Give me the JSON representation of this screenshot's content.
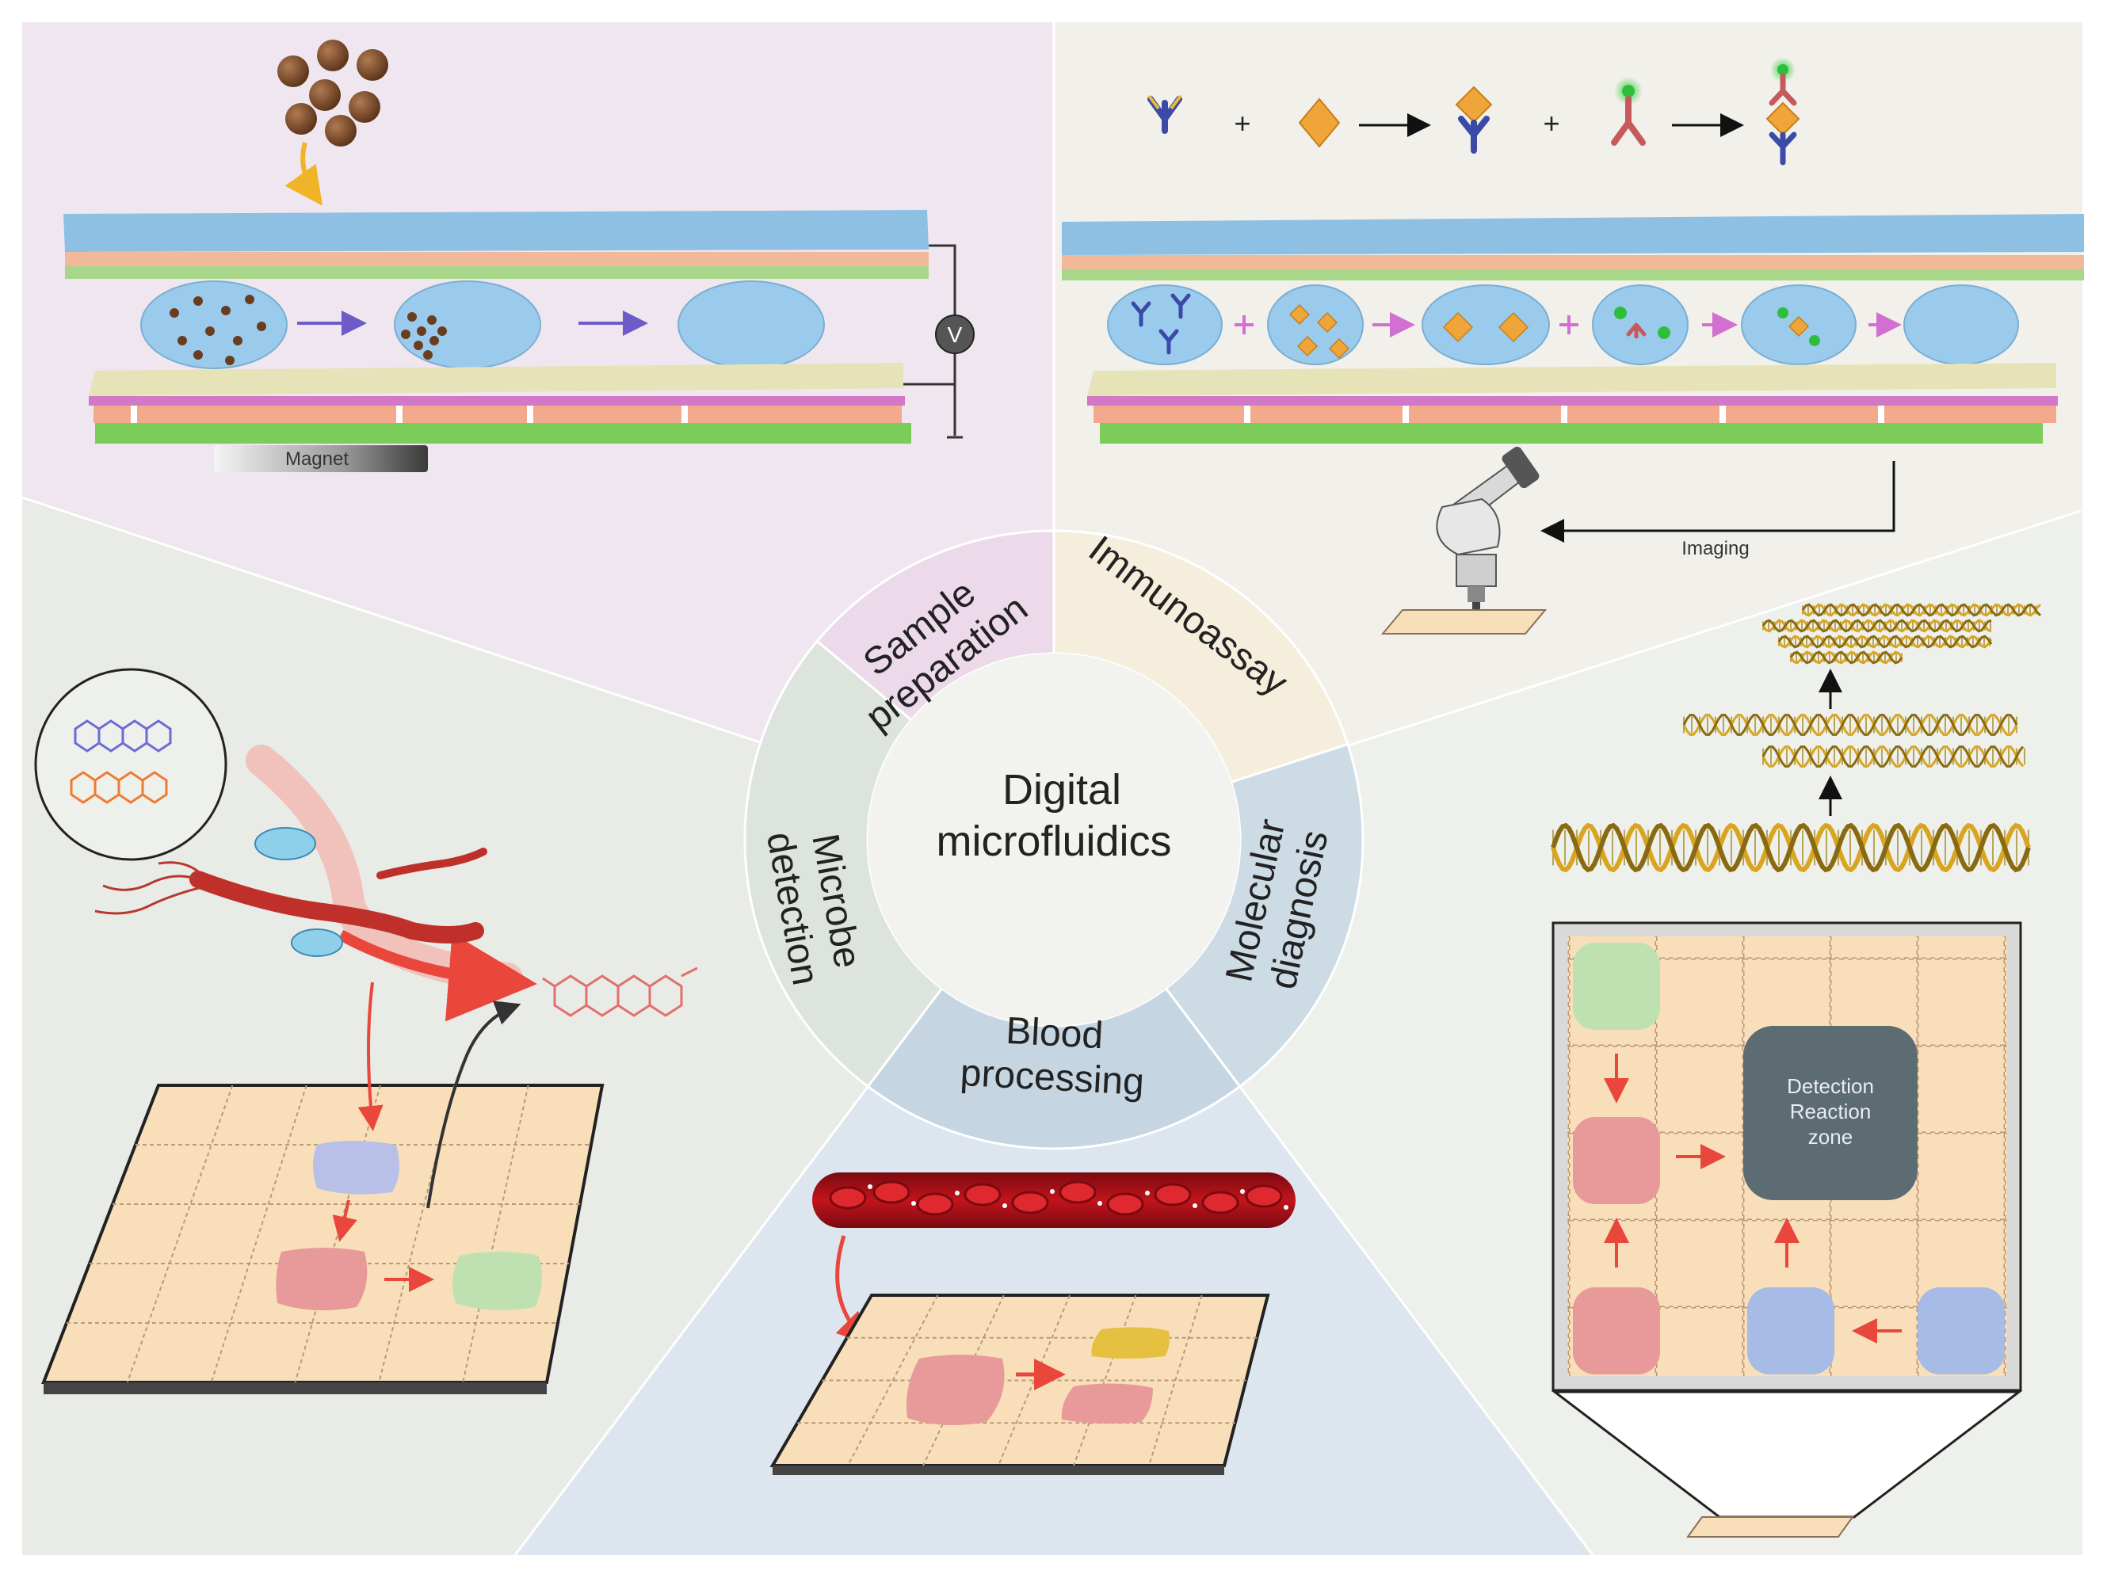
{
  "center": {
    "line1": "Digital",
    "line2": "microfluidics"
  },
  "ring": {
    "sample_preparation": [
      "Sample",
      "preparation"
    ],
    "immunoassay": "Immunoassay",
    "molecular_diagnosis": [
      "Molecular",
      "diagnosis"
    ],
    "blood_processing": [
      "Blood",
      "processing"
    ],
    "microbe_detection": [
      "Microbe",
      "detection"
    ]
  },
  "labels": {
    "magnet": "Magnet",
    "voltage": "V",
    "imaging": "Imaging",
    "detection_zone": [
      "Detection",
      "Reaction",
      "zone"
    ],
    "plus": "+"
  },
  "colors": {
    "sample_bg": "#efe6ef",
    "immuno_bg": "#f1f0ea",
    "molecular_bg": "#eef0ec",
    "blood_bg": "#dde6ee",
    "microbe_bg": "#e8ebe6",
    "ring_sample": "#ecd9e9",
    "ring_immuno": "#f5eedc",
    "ring_molecular": "#cddbe4",
    "ring_blood": "#c5d6e2",
    "ring_microbe": "#dde4dd",
    "grid_tile": "#f8dfb9",
    "droplet_blue": "#9bcbec",
    "droplet_red": "#e79a99",
    "droplet_green": "#bfe0b0",
    "droplet_lavender": "#b8c0e8",
    "droplet_yellow": "#e6c040",
    "arrow_red": "#e9463c",
    "arrow_purple": "#6d5cc8",
    "arrow_pink": "#d26fd1"
  }
}
